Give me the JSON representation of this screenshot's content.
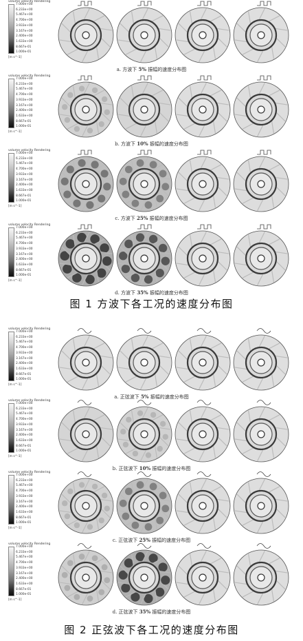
{
  "legend": {
    "title": "volume velocity Rendering",
    "ticks": [
      "7.000e+00",
      "6.233e+00",
      "5.467e+00",
      "4.700e+00",
      "3.933e+00",
      "3.167e+00",
      "2.400e+00",
      "1.633e+00",
      "8.667e-01",
      "1.000e-01"
    ],
    "unit": "[m s^-1]"
  },
  "figure1": {
    "caption": "图 1    方波下各工况的速度分布图",
    "panels": [
      {
        "caption_prefix": "a. 方波下 ",
        "caption_value": "5%",
        "caption_suffix": " 振幅的速度分布图",
        "intensity": [
          0.15,
          0.12,
          0.08,
          0.08
        ]
      },
      {
        "caption_prefix": "b. 方波下 ",
        "caption_value": "10%",
        "caption_suffix": " 振幅的速度分布图",
        "intensity": [
          0.3,
          0.25,
          0.1,
          0.1
        ]
      },
      {
        "caption_prefix": "c. 方波下 ",
        "caption_value": "25%",
        "caption_suffix": " 振幅的速度分布图",
        "intensity": [
          0.65,
          0.6,
          0.12,
          0.12
        ]
      },
      {
        "caption_prefix": "d. 方波下 ",
        "caption_value": "35%",
        "caption_suffix": " 振幅的速度分布图",
        "intensity": [
          0.95,
          0.8,
          0.12,
          0.12
        ]
      }
    ]
  },
  "figure2": {
    "caption": "图 2    正弦波下各工况的速度分布图",
    "panels": [
      {
        "caption_prefix": "a. 正弦波下 ",
        "caption_value": "5%",
        "caption_suffix": " 振幅的速度分布图",
        "intensity": [
          0.12,
          0.1,
          0.08,
          0.08
        ]
      },
      {
        "caption_prefix": "b. 正弦波下 ",
        "caption_value": "10%",
        "caption_suffix": " 振幅的速度分布图",
        "intensity": [
          0.25,
          0.3,
          0.1,
          0.1
        ]
      },
      {
        "caption_prefix": "c. 正弦波下 ",
        "caption_value": "25%",
        "caption_suffix": " 振幅的速度分布图",
        "intensity": [
          0.3,
          0.6,
          0.12,
          0.1
        ]
      },
      {
        "caption_prefix": "d. 正弦波下 ",
        "caption_value": "35%",
        "caption_suffix": " 振幅的速度分布图",
        "intensity": [
          0.35,
          0.9,
          0.12,
          0.1
        ]
      }
    ]
  },
  "colors": {
    "light": "#e4e4e4",
    "mid": "#9a9a9a",
    "dark": "#2a2a2a"
  }
}
